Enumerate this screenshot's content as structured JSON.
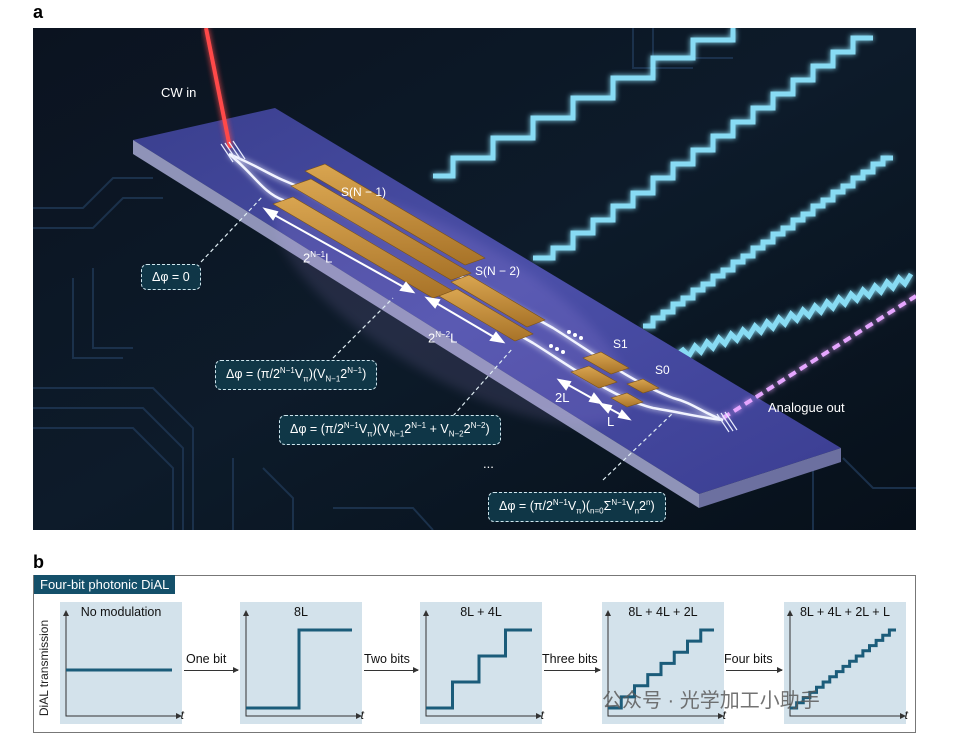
{
  "panel_a": {
    "letter": "a",
    "cw_in": "CW in",
    "analogue_out": "Analogue out",
    "segment_labels": [
      "S(N − 1)",
      "S(N − 2)",
      "S1",
      "S0"
    ],
    "length_labels": [
      "2^(N−1)L",
      "2^(N−2)L",
      "2L",
      "L"
    ],
    "ellipsis": "...",
    "equations": [
      "Δφ = 0",
      "Δφ = (π/2^(N−1)V_π)(V_(N−1)2^(N−1))",
      "Δφ = (π/2^(N−1)V_π)(V_(N−1)2^(N−1) + V_(N−2)2^(N−2))",
      "Δφ = (π/2^(N−1)V_π)(Σ_(n=0)^(N−1) V_n 2^n)"
    ]
  },
  "panel_b": {
    "letter": "b",
    "title": "Four-bit photonic DiAL",
    "ylabel": "DiAL transmission",
    "xlabel": "t",
    "plots": [
      {
        "title": "No modulation",
        "levels": 1
      },
      {
        "title": "8L",
        "levels": 2
      },
      {
        "title": "8L + 4L",
        "levels": 4
      },
      {
        "title": "8L + 4L + 2L",
        "levels": 8
      },
      {
        "title": "8L + 4L + 2L + L",
        "levels": 16
      }
    ],
    "transitions": [
      "One bit",
      "Two bits",
      "Three bits",
      "Four bits"
    ],
    "line_color": "#1b5c7a"
  },
  "watermark": "公众号 · 光学加工小助手"
}
